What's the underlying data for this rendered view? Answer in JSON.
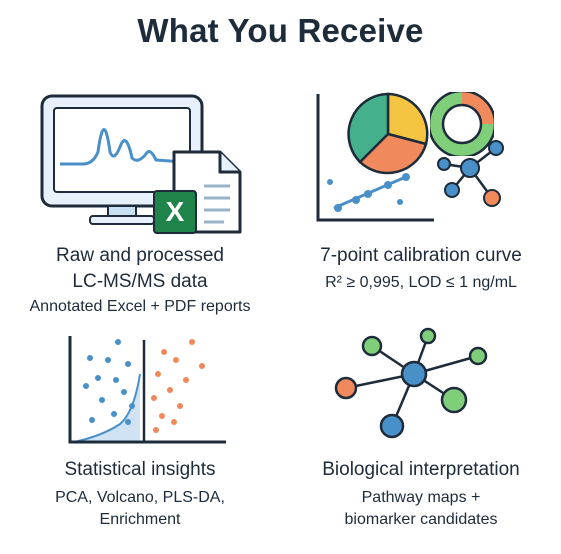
{
  "title": "What You Receive",
  "cards": [
    {
      "heading_line1": "Raw and processed",
      "heading_line2": "LC-MS/MS data",
      "detail_line1": "Annotated Excel + PDF reports",
      "icons": [
        "monitor-chromatogram-icon",
        "excel-file-icon",
        "document-icon"
      ],
      "excel_badge": "X"
    },
    {
      "heading_line1": "7-point calibration curve",
      "detail_line1": "R² ≥ 0,995, LOD ≤ 1 ng/mL",
      "icons": [
        "pie-chart-icon",
        "donut-chart-icon",
        "scatter-trend-icon",
        "network-icon"
      ]
    },
    {
      "heading_line1": "Statistical insights",
      "detail_line1": "PCA, Volcano, PLS-DA,",
      "detail_line2": "Enrichment",
      "icons": [
        "volcano-plot-icon"
      ]
    },
    {
      "heading_line1": "Biological interpretation",
      "detail_line1": "Pathway maps +",
      "detail_line2": "biomarker candidates",
      "icons": [
        "pathway-network-icon"
      ]
    }
  ],
  "colors": {
    "navy": "#1d2b3a",
    "blue": "#4a90c8",
    "teal": "#45b08c",
    "yellow": "#f5c542",
    "salmon": "#f08a5d",
    "green": "#7fcf7a",
    "excel_green": "#1e8449"
  }
}
